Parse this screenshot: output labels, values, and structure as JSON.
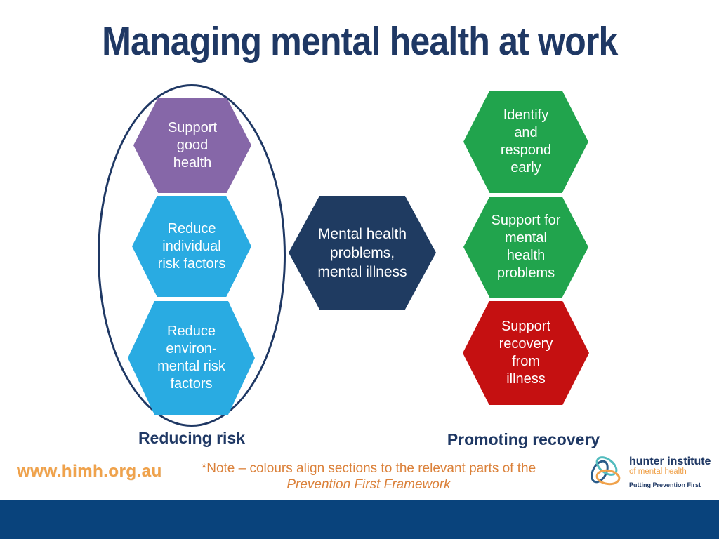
{
  "title": "Managing mental health at work",
  "colors": {
    "title_navy": "#1F3864",
    "hex_purple": "#8667A8",
    "hex_blue": "#29ABE2",
    "hex_navy": "#1F3B61",
    "hex_green": "#21A44D",
    "hex_red": "#C51011",
    "footer_bar_navy": "#09437C",
    "note_orange": "#DB813A",
    "url_orange": "#F0A24B",
    "logo_teal": "#53BCBE",
    "logo_blue": "#2A5C8A",
    "logo_orange": "#F0A24B"
  },
  "diagram": {
    "left_group": {
      "label": "Reducing risk",
      "hexagons": [
        {
          "text": "Support\ngood\nhealth"
        },
        {
          "text": "Reduce\nindividual\nrisk factors"
        },
        {
          "text": "Reduce\nenviron-\nmental risk\nfactors"
        }
      ]
    },
    "center_hexagon": {
      "text": "Mental health\nproblems,\nmental illness"
    },
    "right_group": {
      "label": "Promoting recovery",
      "hexagons": [
        {
          "text": "Identify\nand\nrespond\nearly"
        },
        {
          "text": "Support for\nmental\nhealth\nproblems"
        },
        {
          "text": "Support\nrecovery\nfrom\nillness"
        }
      ]
    }
  },
  "footer": {
    "website": "www.himh.org.au",
    "note_line1": "*Note – colours align sections to the relevant parts of the",
    "note_line2": "Prevention First Framework",
    "logo": {
      "name": "hunter institute",
      "subtitle": "of mental health",
      "tagline": "Putting Prevention First"
    }
  }
}
